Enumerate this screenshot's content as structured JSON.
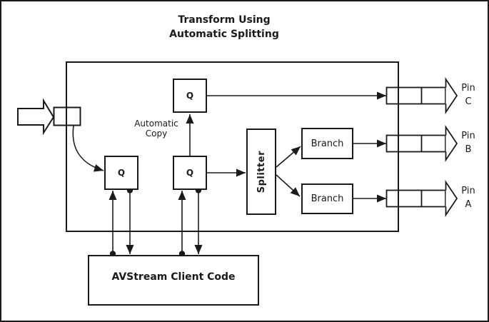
{
  "title": {
    "line1": "Transform Using",
    "line2": "Automatic Splitting"
  },
  "boxes": {
    "queue_label": "Q",
    "splitter_label": "Splitter",
    "branch1_label": "Branch",
    "branch2_label": "Branch",
    "client_code_label": "AVStream Client Code"
  },
  "annotations": {
    "automatic_copy_line1": "Automatic",
    "automatic_copy_line2": "Copy"
  },
  "pins": [
    {
      "line1": "Pin",
      "line2": "C"
    },
    {
      "line1": "Pin",
      "line2": "B"
    },
    {
      "line1": "Pin",
      "line2": "A"
    }
  ],
  "colors": {
    "ink": "#1a1a1a",
    "background": "#ffffff"
  }
}
